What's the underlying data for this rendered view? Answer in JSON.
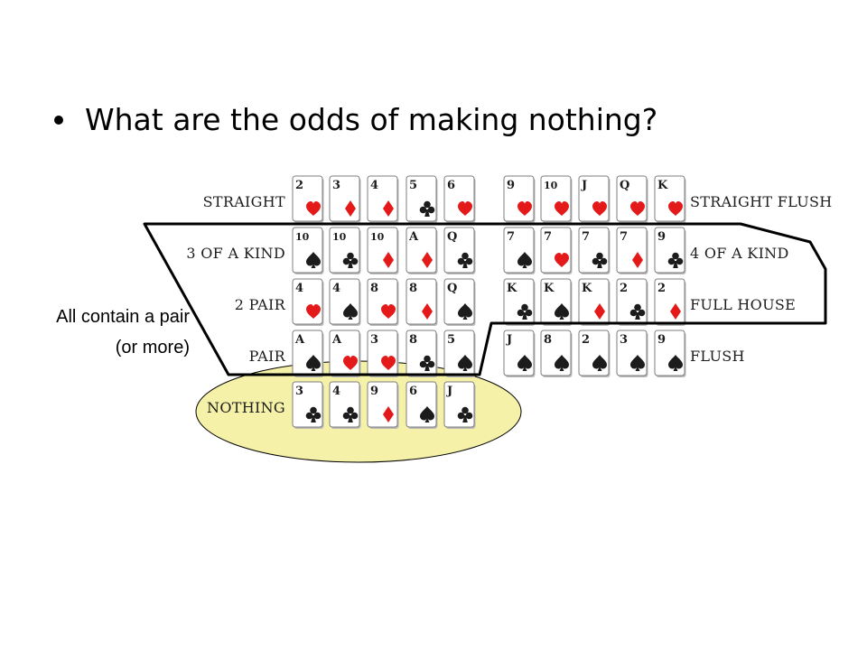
{
  "slide": {
    "bullet": "What are the odds of making nothing?",
    "annotation_line1": "All contain a pair",
    "annotation_line2": "(or more)"
  },
  "colors": {
    "red": "#e41a1a",
    "black": "#1c1c1c",
    "highlight": "#f5f1a8"
  },
  "hands_left": [
    {
      "name": "STRAIGHT",
      "cards": [
        [
          "2",
          "heart"
        ],
        [
          "3",
          "diamond"
        ],
        [
          "4",
          "diamond"
        ],
        [
          "5",
          "club"
        ],
        [
          "6",
          "heart"
        ]
      ]
    },
    {
      "name": "3 OF A KIND",
      "cards": [
        [
          "10",
          "spade"
        ],
        [
          "10",
          "club"
        ],
        [
          "10",
          "diamond"
        ],
        [
          "A",
          "diamond"
        ],
        [
          "Q",
          "club"
        ]
      ]
    },
    {
      "name": "2 PAIR",
      "cards": [
        [
          "4",
          "heart"
        ],
        [
          "4",
          "spade"
        ],
        [
          "8",
          "heart"
        ],
        [
          "8",
          "diamond"
        ],
        [
          "Q",
          "spade"
        ]
      ]
    },
    {
      "name": "PAIR",
      "cards": [
        [
          "A",
          "spade"
        ],
        [
          "A",
          "heart"
        ],
        [
          "3",
          "heart"
        ],
        [
          "8",
          "club"
        ],
        [
          "5",
          "spade"
        ]
      ]
    },
    {
      "name": "NOTHING",
      "cards": [
        [
          "3",
          "club"
        ],
        [
          "4",
          "club"
        ],
        [
          "9",
          "diamond"
        ],
        [
          "6",
          "spade"
        ],
        [
          "J",
          "club"
        ]
      ]
    }
  ],
  "hands_right": [
    {
      "name": "STRAIGHT FLUSH",
      "cards": [
        [
          "9",
          "heart"
        ],
        [
          "10",
          "heart"
        ],
        [
          "J",
          "heart"
        ],
        [
          "Q",
          "heart"
        ],
        [
          "K",
          "heart"
        ]
      ]
    },
    {
      "name": "4 OF A KIND",
      "cards": [
        [
          "7",
          "spade"
        ],
        [
          "7",
          "heart"
        ],
        [
          "7",
          "club"
        ],
        [
          "7",
          "diamond"
        ],
        [
          "9",
          "club"
        ]
      ]
    },
    {
      "name": "FULL HOUSE",
      "cards": [
        [
          "K",
          "club"
        ],
        [
          "K",
          "spade"
        ],
        [
          "K",
          "diamond"
        ],
        [
          "2",
          "club"
        ],
        [
          "2",
          "diamond"
        ]
      ]
    },
    {
      "name": "FLUSH",
      "cards": [
        [
          "J",
          "spade"
        ],
        [
          "8",
          "spade"
        ],
        [
          "2",
          "spade"
        ],
        [
          "3",
          "spade"
        ],
        [
          "9",
          "spade"
        ]
      ]
    }
  ]
}
